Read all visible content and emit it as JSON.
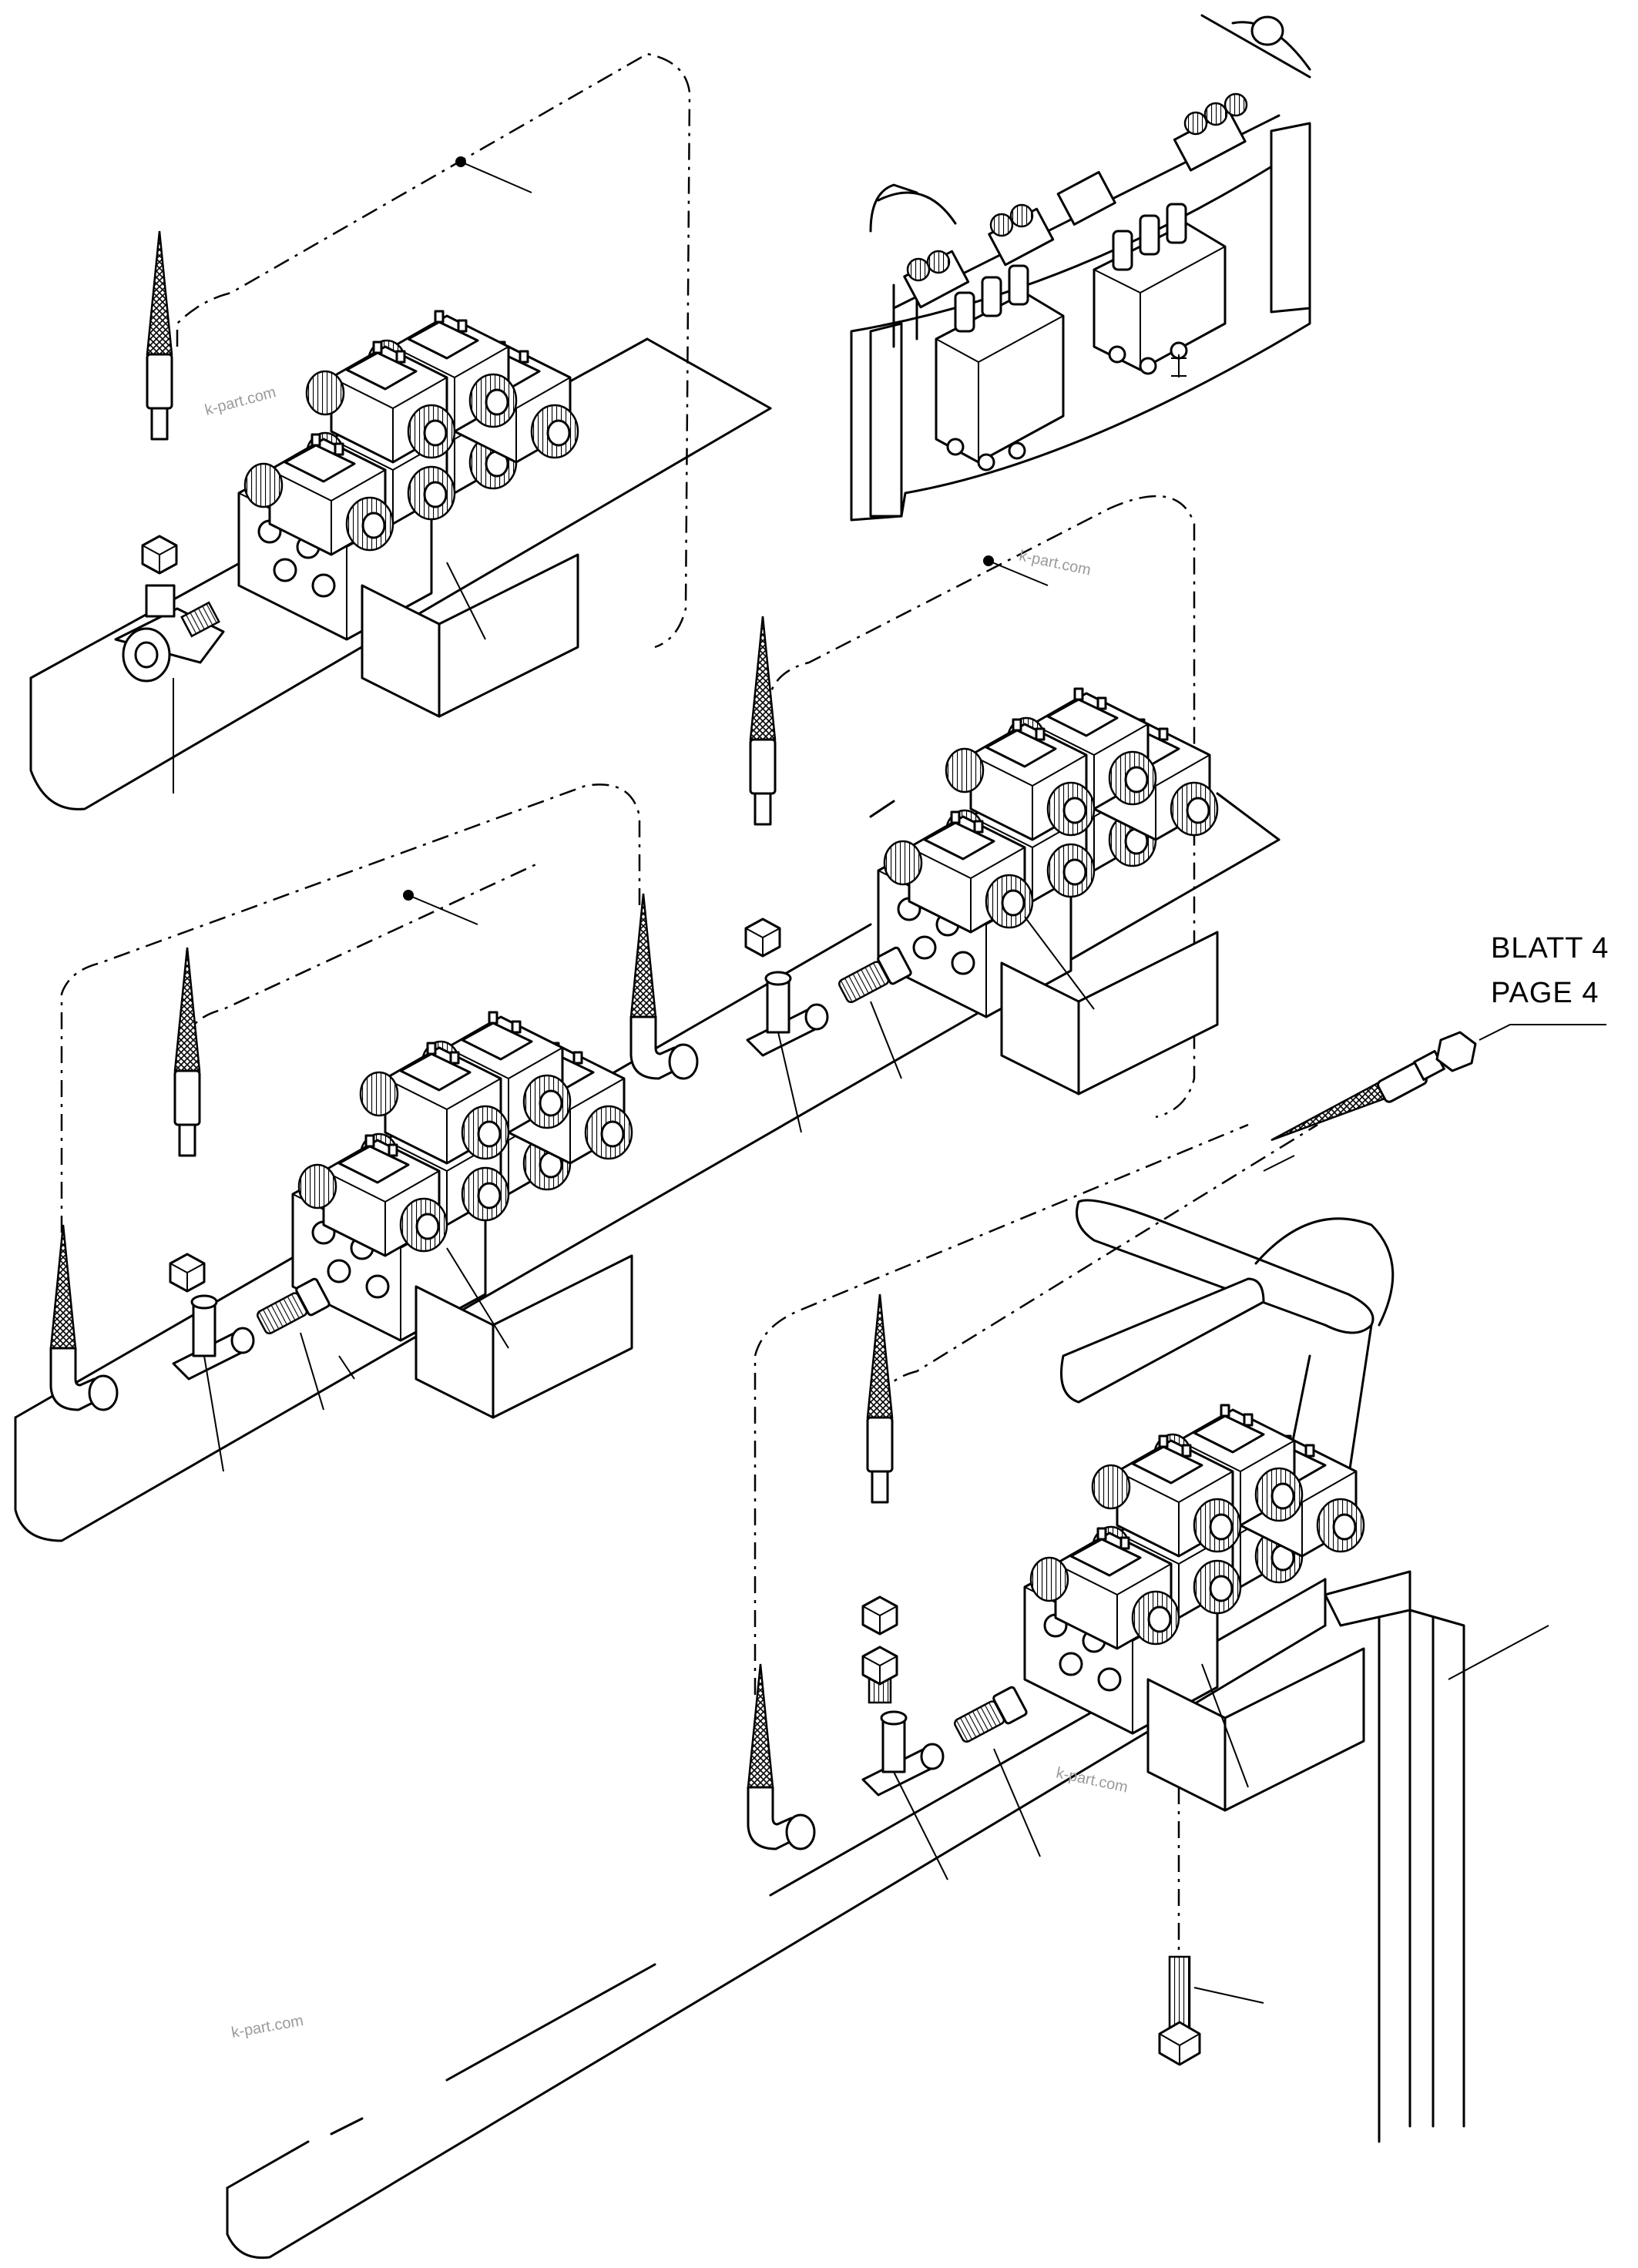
{
  "reference": {
    "line1": "BLATT 4",
    "line2": "PAGE  4"
  },
  "watermarks": [
    {
      "text": "k-part.com"
    },
    {
      "text": "k-part.com"
    },
    {
      "text": "k-part.com"
    },
    {
      "text": "k-part.com"
    }
  ],
  "colors": {
    "ink": "#000000",
    "paper": "#ffffff",
    "watermark": "#9a9a9a"
  }
}
